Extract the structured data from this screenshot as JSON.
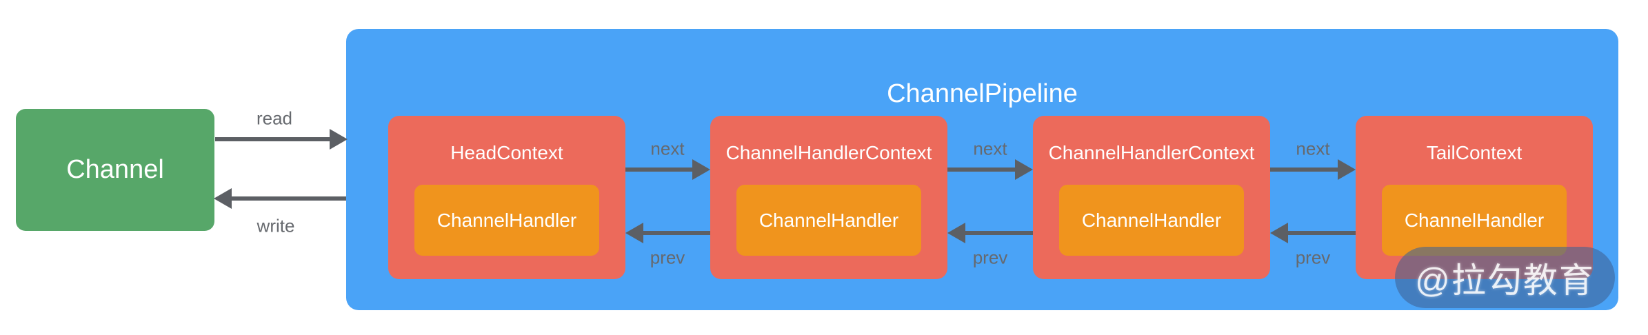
{
  "colors": {
    "canvas_white": "#ffffff",
    "channel_green": "#57a769",
    "pipeline_blue": "#4aa3f7",
    "context_red": "#ec6a5b",
    "handler_orange": "#f0941d",
    "arrow_gray": "#5c5f64",
    "label_gray": "#66696e"
  },
  "channel": {
    "label": "Channel"
  },
  "pipeline": {
    "title": "ChannelPipeline"
  },
  "contexts": [
    {
      "title": "HeadContext",
      "handler_label": "ChannelHandler"
    },
    {
      "title": "ChannelHandlerContext",
      "handler_label": "ChannelHandler"
    },
    {
      "title": "ChannelHandlerContext",
      "handler_label": "ChannelHandler"
    },
    {
      "title": "TailContext",
      "handler_label": "ChannelHandler"
    }
  ],
  "edge_labels": {
    "read": "read",
    "write": "write",
    "next": "next",
    "prev": "prev"
  },
  "watermark": {
    "text": "@拉勾教育"
  }
}
